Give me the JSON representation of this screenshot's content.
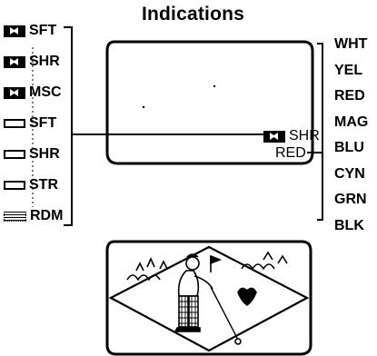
{
  "title": "Indications",
  "modes": [
    {
      "icon": "filled-wipe-icon",
      "label": "SFT"
    },
    {
      "icon": "filled-wipe-icon",
      "label": "SHR"
    },
    {
      "icon": "filled-wipe-icon",
      "label": "MSC"
    },
    {
      "icon": "outline-rect-icon",
      "label": "SFT"
    },
    {
      "icon": "outline-rect-icon",
      "label": "SHR"
    },
    {
      "icon": "outline-rect-icon",
      "label": "STR"
    },
    {
      "icon": "hatched-rect-icon",
      "label": "RDM"
    }
  ],
  "screen": {
    "indicator_mode": "SHR",
    "indicator_color": "RED"
  },
  "colors": [
    "WHT",
    "YEL",
    "RED",
    "MAG",
    "BLU",
    "CYN",
    "GRN",
    "BLK"
  ]
}
